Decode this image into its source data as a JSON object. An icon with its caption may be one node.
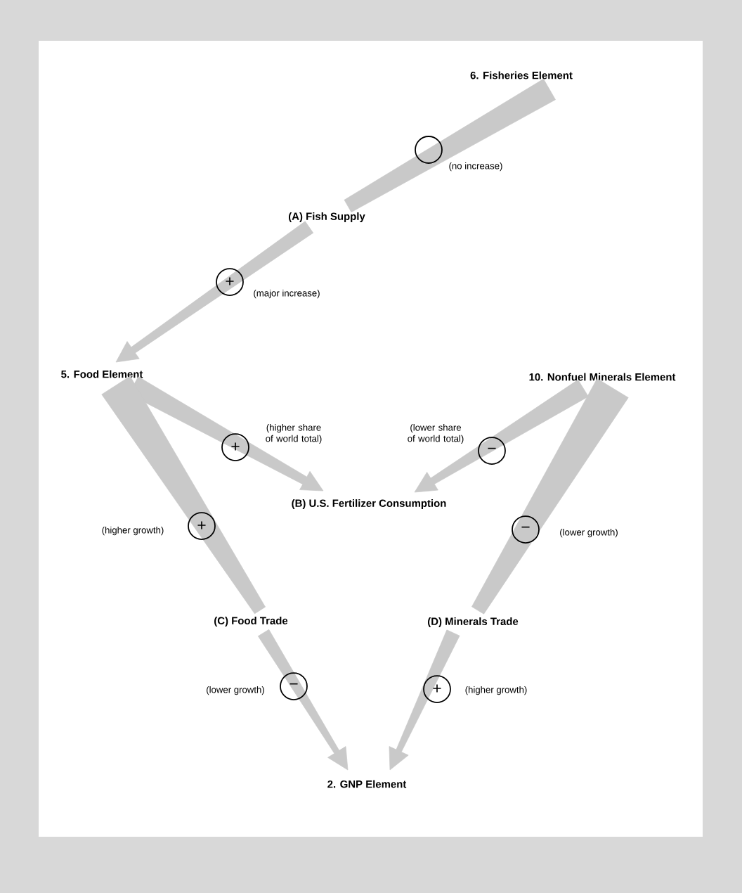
{
  "diagram": {
    "nodes": [
      {
        "text": [
          "6. Fisheries Element"
        ]
      },
      {
        "text": [
          "(A) Fish Supply"
        ]
      },
      {
        "text": [
          "5. Food Element"
        ]
      },
      {
        "text": [
          "10. Nonfuel Minerals Element"
        ]
      },
      {
        "text": [
          "(B) U.S. Fertilizer Consumption"
        ]
      },
      {
        "text": [
          "(C) Food Trade"
        ]
      },
      {
        "text": [
          "(D) Minerals Trade"
        ]
      },
      {
        "text": [
          "2. GNP Element"
        ]
      }
    ],
    "edges": [
      {
        "from": 0,
        "to": 1,
        "arrow": "none",
        "label": "(no increase)"
      },
      {
        "from": 1,
        "to": 2,
        "arrow": "to",
        "label": "(major increase)"
      },
      {
        "from": 2,
        "to": 4,
        "arrow": "to",
        "label": "(higher share of world total)"
      },
      {
        "from": 2,
        "to": 5,
        "arrow": "none",
        "label": "(higher growth)"
      },
      {
        "from": 5,
        "to": 7,
        "arrow": "to",
        "label": "(lower growth)"
      },
      {
        "from": 3,
        "to": 4,
        "arrow": "to",
        "label": "(lower share of world total)"
      },
      {
        "from": 3,
        "to": 6,
        "arrow": "none",
        "label": "(lower growth)"
      },
      {
        "from": 6,
        "to": 7,
        "arrow": "to",
        "label": "(higher growth)"
      }
    ],
    "labels": [
      "+",
      "+",
      "−",
      "+",
      "−",
      "−",
      "+"
    ]
  }
}
